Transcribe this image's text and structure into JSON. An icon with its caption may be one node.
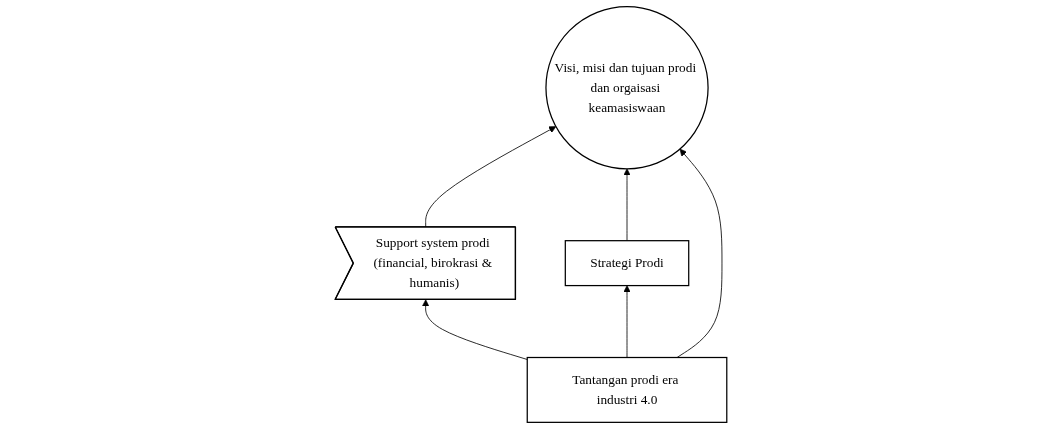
{
  "diagram": {
    "nodes": [
      {
        "text": [
          "Support system prodi (financial, birokrasi & humanis)"
        ]
      },
      {
        "text": [
          "Visi, misi dan tujuan prodi dan orgaisasi keamasiswaan"
        ]
      },
      {
        "text": [
          "Strategi Prodi"
        ]
      },
      {
        "text": [
          "Tantangan prodi era industri 4.0"
        ]
      }
    ],
    "edges": [
      {
        "from": 0,
        "to": 1,
        "arrow": "to"
      },
      {
        "from": 2,
        "to": 1,
        "arrow": "to"
      },
      {
        "from": 3,
        "to": 0,
        "arrow": "to"
      },
      {
        "from": 3,
        "to": 1,
        "arrow": "to"
      },
      {
        "from": 3,
        "to": 2,
        "arrow": "to"
      }
    ]
  }
}
